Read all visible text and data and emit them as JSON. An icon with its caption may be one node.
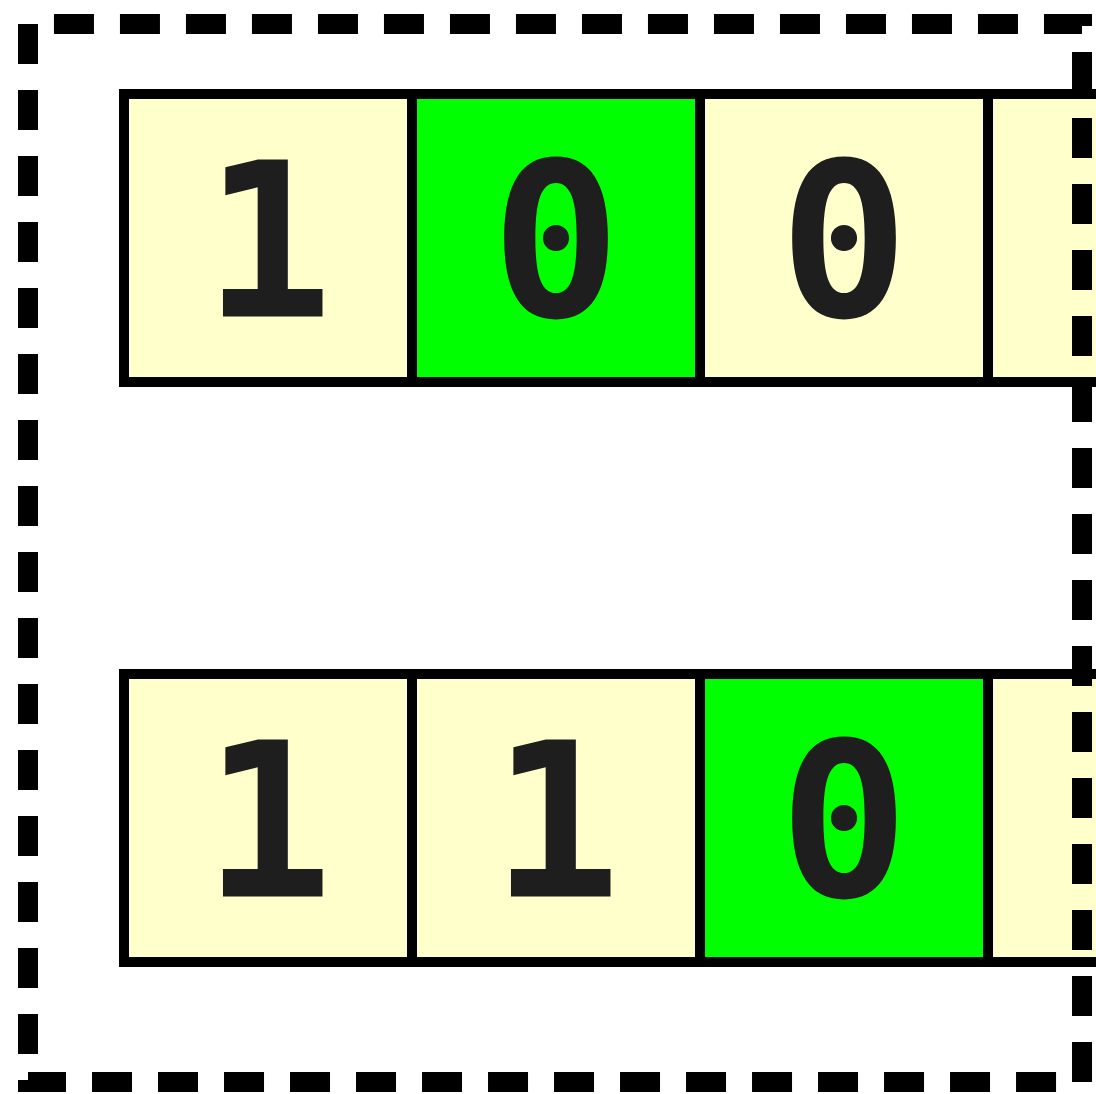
{
  "diagram": {
    "nodes": [
      {
        "text": [
          "1"
        ]
      },
      {
        "text": [
          "0"
        ]
      },
      {
        "text": [
          "0"
        ]
      },
      {
        "text": [],
        "shape": "box"
      },
      {
        "text": [
          "1"
        ]
      },
      {
        "text": [
          "1"
        ]
      },
      {
        "text": [
          "0"
        ]
      },
      {
        "text": [],
        "shape": "box"
      }
    ]
  }
}
